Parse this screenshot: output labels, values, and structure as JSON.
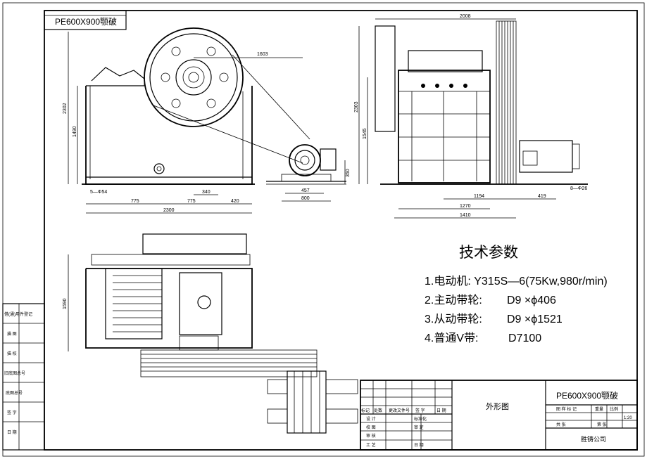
{
  "title_box": "PE600X900颚破",
  "dims": {
    "front_height": "2302",
    "front_mid_height": "1490",
    "wheel_to_motor": "1603",
    "hole_spec_left": "5—Φ54",
    "d775a": "775",
    "d775b": "775",
    "d420": "420",
    "d340": "340",
    "d2300": "2300",
    "motor_457": "457",
    "motor_800": "800",
    "motor_350": "350",
    "side_top": "2008",
    "side_height": "2303",
    "side_mid": "1545",
    "side_1194": "1194",
    "side_419": "419",
    "hole_spec_right": "8—Φ26",
    "side_1270": "1270",
    "side_1410": "1410",
    "top_width": "1590"
  },
  "spec": {
    "heading": "技术参数",
    "line1": "1.电动机: Y315S—6(75Kw,980r/min)",
    "line2_label": "2.主动带轮:",
    "line2_value": "D9 ×ϕ406",
    "line3_label": "3.从动带轮:",
    "line3_value": "D9 ×ϕ1521",
    "line4_label": "4.普通V带:",
    "line4_value": "D7100"
  },
  "side_labels": [
    "借(通)用件登记",
    "描    图",
    "描    校",
    "旧底图总号",
    "底图总号",
    "签    字",
    "日    期"
  ],
  "title_block": {
    "drawing_name": "外形图",
    "model": "PE600X900颚破",
    "scale": "1:20",
    "company": "胜铸公司",
    "hdr_cells": [
      "标记",
      "处数",
      "更改文件号",
      "签  字",
      "日  期"
    ],
    "row_labels": [
      "设  计",
      "校  图",
      "审  核",
      "工  艺"
    ],
    "mid_labels": [
      "标准化",
      "审  定",
      "日  期"
    ],
    "right_hdr": [
      "图  样  标  记",
      "重量",
      "比例"
    ],
    "sheet_labels": [
      "共    张",
      "第    张"
    ]
  }
}
